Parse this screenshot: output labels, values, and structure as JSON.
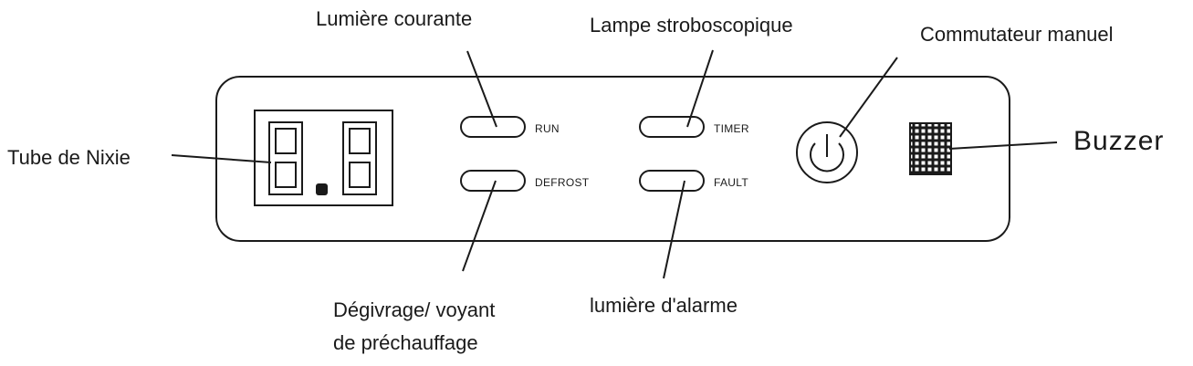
{
  "panel": {
    "display": {
      "digits": [
        "8",
        "8"
      ],
      "decimal_point": true
    },
    "indicators": {
      "run": "RUN",
      "defrost": "DEFROST",
      "timer": "TIMER",
      "fault": "FAULT"
    }
  },
  "callouts": {
    "running_light": "Lumière courante",
    "strobe_lamp": "Lampe stroboscopique",
    "manual_switch": "Commutateur manuel",
    "nixie_tube": "Tube de Nixie",
    "buzzer": "Buzzer",
    "defrost_light_line1": "Dégivrage/ voyant",
    "defrost_light_line2": "de préchauffage",
    "alarm_light": "lumière d'alarme"
  },
  "icons": {
    "power_switch": "power-icon",
    "buzzer_grille": "speaker-grille-icon"
  },
  "colors": {
    "ink": "#1a1a1a",
    "background": "#ffffff"
  }
}
